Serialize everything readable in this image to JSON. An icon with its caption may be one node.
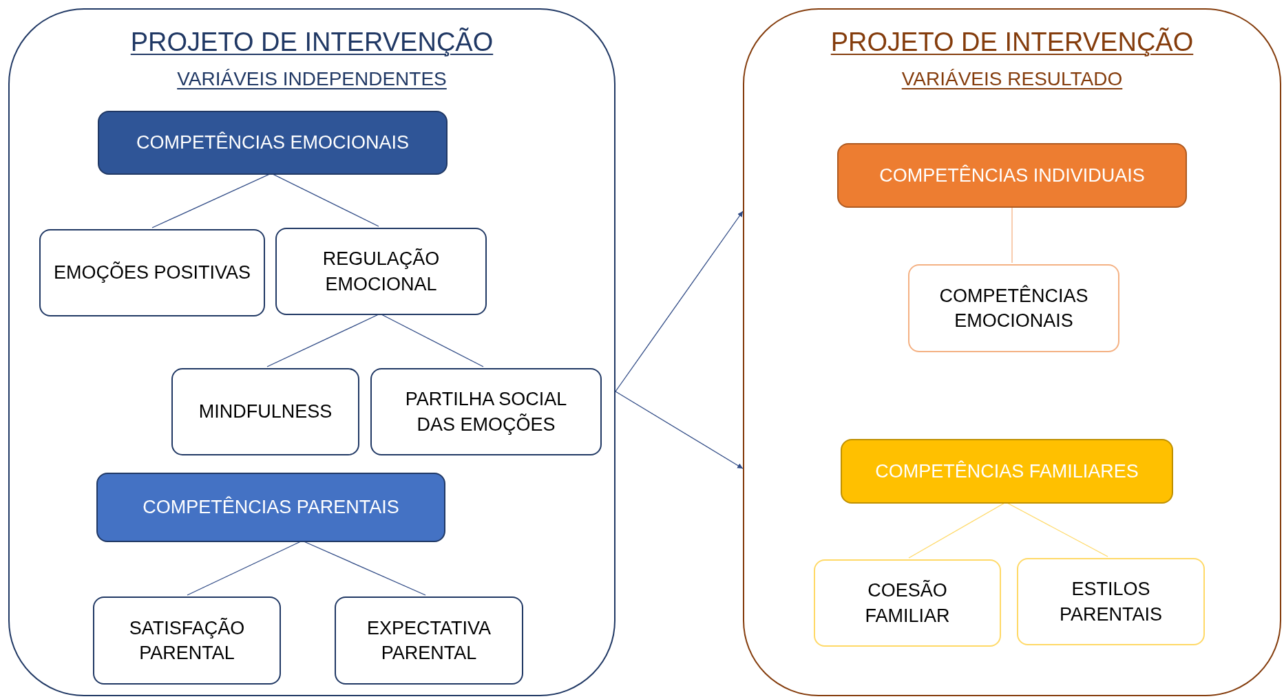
{
  "diagram": {
    "nodes": [
      {
        "text": [
          "PROJETO DE INTERVENÇÃO",
          "VARIÁVEIS INDEPENDENTES"
        ]
      },
      {
        "text": [
          "COMPETÊNCIAS EMOCIONAIS"
        ],
        "in": 0
      },
      {
        "text": [
          "EMOÇÕES POSITIVAS"
        ],
        "in": 0
      },
      {
        "text": [
          "REGULAÇÃO EMOCIONAL"
        ],
        "in": 0
      },
      {
        "text": [
          "MINDFULNESS"
        ],
        "in": 0
      },
      {
        "text": [
          "PARTILHA SOCIAL DAS EMOÇÕES"
        ],
        "in": 0
      },
      {
        "text": [
          "COMPETÊNCIAS PARENTAIS"
        ],
        "in": 0
      },
      {
        "text": [
          "SATISFAÇÃO PARENTAL"
        ],
        "in": 0
      },
      {
        "text": [
          "EXPECTATIVA PARENTAL"
        ],
        "in": 0
      },
      {
        "text": [
          "PROJETO DE INTERVENÇÃO",
          "VARIÁVEIS RESULTADO"
        ]
      },
      {
        "text": [
          "COMPETÊNCIAS INDIVIDUAIS"
        ],
        "in": 9
      },
      {
        "text": [
          "COMPETÊNCIAS EMOCIONAIS"
        ],
        "in": 9
      },
      {
        "text": [
          "COMPETÊNCIAS FAMILIARES"
        ],
        "in": 9
      },
      {
        "text": [
          "COESÃO FAMILIAR"
        ],
        "in": 9
      },
      {
        "text": [
          "ESTILOS PARENTAIS"
        ],
        "in": 9
      }
    ],
    "edges": [
      {
        "from": 1,
        "to": 2,
        "arrow": "none"
      },
      {
        "from": 1,
        "to": 3,
        "arrow": "none"
      },
      {
        "from": 3,
        "to": 4,
        "arrow": "none"
      },
      {
        "from": 3,
        "to": 5,
        "arrow": "none"
      },
      {
        "from": 6,
        "to": 7,
        "arrow": "none"
      },
      {
        "from": 6,
        "to": 8,
        "arrow": "none"
      },
      {
        "from": 0,
        "to": 9,
        "arrow": "to"
      },
      {
        "from": 0,
        "to": 9,
        "arrow": "to"
      },
      {
        "from": 10,
        "to": 11,
        "arrow": "none",
        "color": "#f4b183"
      },
      {
        "from": 12,
        "to": 13,
        "arrow": "none",
        "color": "#ffd966"
      },
      {
        "from": 12,
        "to": 14,
        "arrow": "none",
        "color": "#ffd966"
      }
    ]
  }
}
